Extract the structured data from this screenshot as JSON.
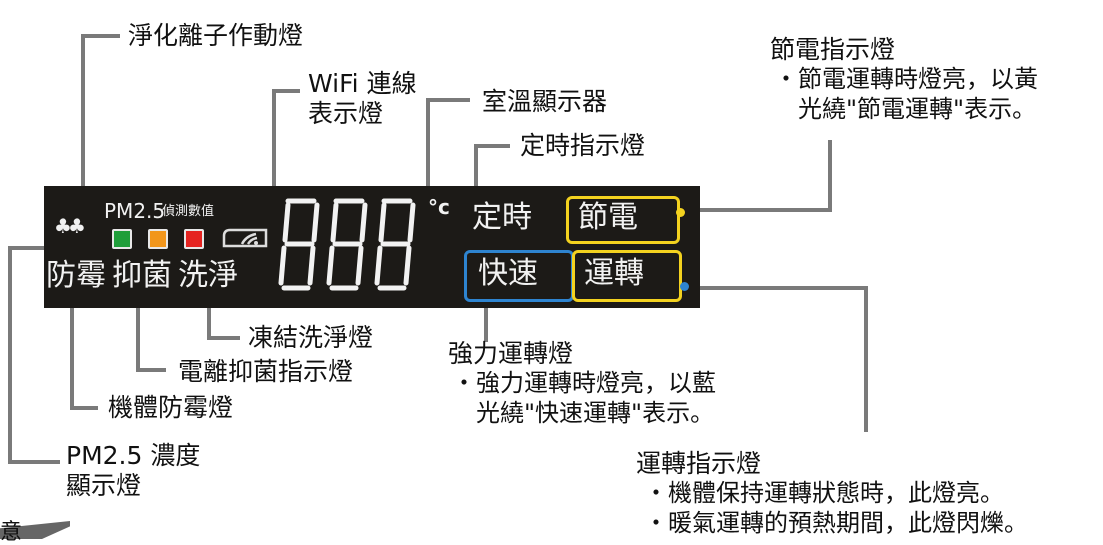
{
  "panel": {
    "pm_label": "PM2.5",
    "pm_sublabel": "偵測數值",
    "pm_colors": [
      "#1f9e3a",
      "#f2961b",
      "#e52421"
    ],
    "digits": "888",
    "celsius": "°c",
    "timer": "定時",
    "eco": "節電",
    "turbo": "快速",
    "run": "運轉",
    "functions": [
      "防霉",
      "抑菌",
      "洗淨"
    ],
    "accent_yellow": "#f3d21f",
    "accent_blue": "#2e84d0"
  },
  "labels": {
    "ion": "淨化離子作動燈",
    "wifi": [
      "WiFi 連線",
      "表示燈"
    ],
    "temp": "室溫顯示器",
    "timer": "定時指示燈",
    "eco": {
      "title": "節電指示燈",
      "desc": [
        "節電運轉時燈亮，以黃",
        "光繞\"節電運轉\"表示。"
      ]
    },
    "freeze_clean": "凍結洗淨燈",
    "turbo": {
      "title": "強力運轉燈",
      "desc": [
        "強力運轉時燈亮，以藍",
        "光繞\"快速運轉\"表示。"
      ]
    },
    "ion_antibac": "電離抑菌指示燈",
    "mold": "機體防霉燈",
    "pm": [
      "PM2.5 濃度",
      "顯示燈"
    ],
    "run": {
      "title": "運轉指示燈",
      "items": [
        "機體保持運轉狀態時，此燈亮。",
        "暖氣運轉的預熱期間，此燈閃爍。"
      ]
    }
  },
  "corner": "意"
}
